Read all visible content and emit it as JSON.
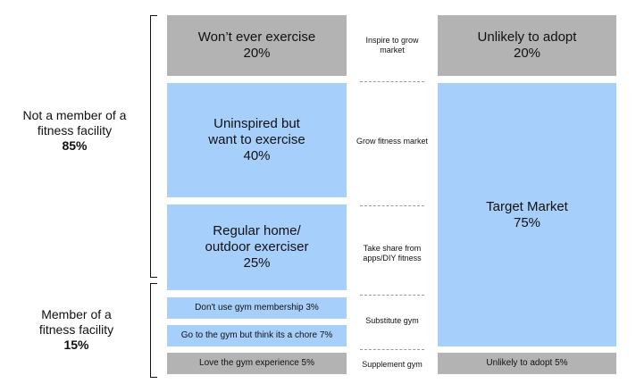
{
  "left_column": {
    "wont_exercise": {
      "label": "Won’t ever exercise",
      "value": "20%"
    },
    "uninspired": {
      "label": "Uninspired but want to exercise",
      "line1": "Uninspired but",
      "line2": "want to exercise",
      "value": "40%"
    },
    "regular_home": {
      "line1": "Regular home/",
      "line2": "outdoor exerciser",
      "value": "25%"
    },
    "dont_use_gym": "Don't use gym membership 3%",
    "chore": "Go to the gym but think its a chore 7%",
    "love_gym": "Love the gym experience 5%"
  },
  "middle_labels": {
    "inspire_line1": "Inspire to grow",
    "inspire_line2": "market",
    "grow": "Grow fitness market",
    "take_share_line1": "Take share from",
    "take_share_line2": "apps/DIY fitness",
    "substitute": "Substitute gym",
    "supplement": "Supplement gym"
  },
  "right_column": {
    "unlikely_top": {
      "label": "Unlikely to adopt",
      "value": "20%"
    },
    "target": {
      "label": "Target Market",
      "value": "75%"
    },
    "unlikely_bottom": "Unlikely to adopt 5%"
  },
  "segments": {
    "non_member": {
      "line1": "Not a member of a",
      "line2": "fitness facility",
      "value": "85%"
    },
    "member": {
      "line1": "Member of a",
      "line2": "fitness facility",
      "value": "15%"
    }
  },
  "colors": {
    "gray": "#b3b3b3",
    "blue": "#a6d0fb"
  }
}
